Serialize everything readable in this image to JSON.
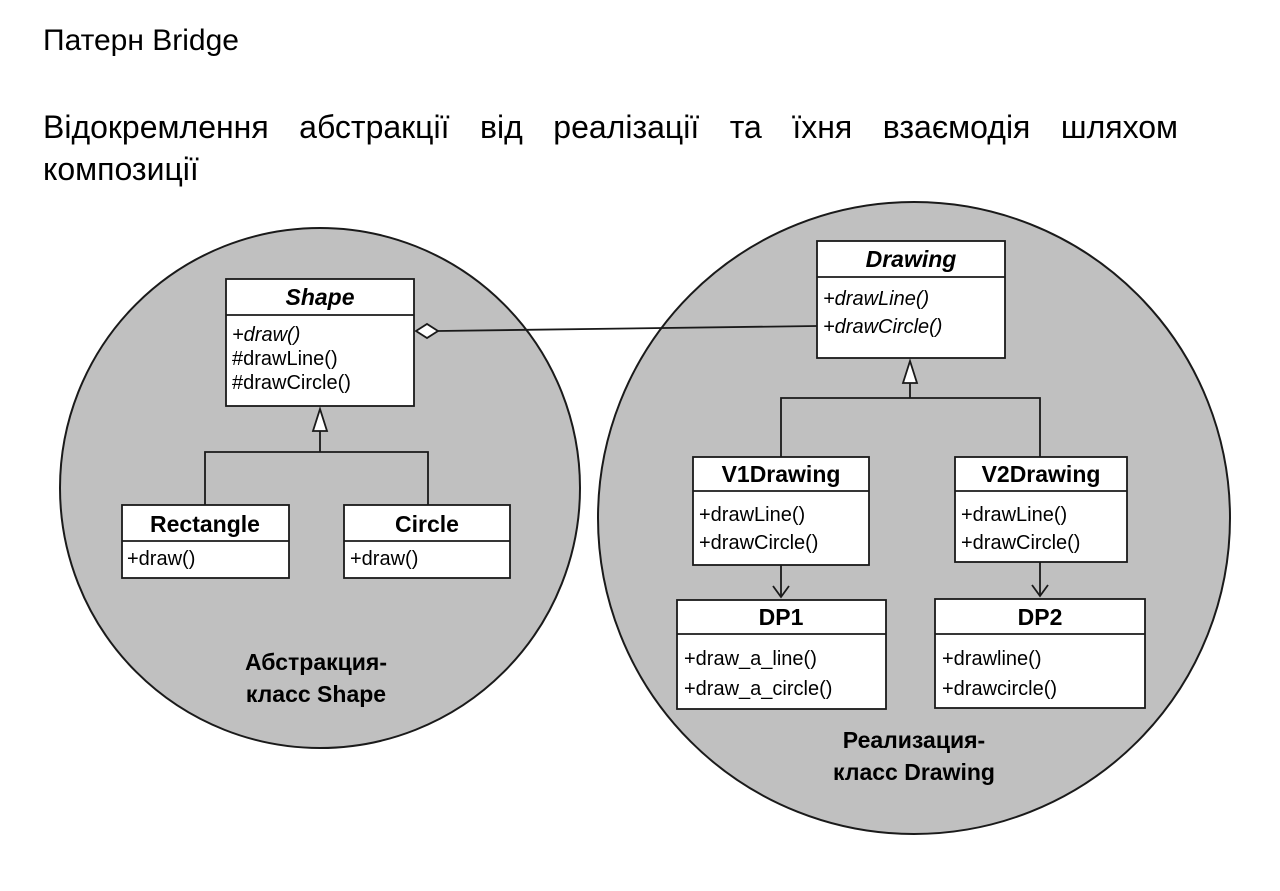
{
  "title": "Патерн Bridge",
  "subtitle": "Відокремлення абстракції від реалізації та їхня взаємодія шляхом композиції",
  "colors": {
    "region_fill": "#c0c0c0",
    "box_fill": "#ffffff",
    "stroke": "#1a1a1a"
  },
  "regions": {
    "abstraction": {
      "caption_line1": "Абстракция-",
      "caption_line2": "класс Shape"
    },
    "implementation": {
      "caption_line1": "Реализация-",
      "caption_line2": "класс Drawing"
    }
  },
  "classes": {
    "shape": {
      "name": "Shape",
      "abstract": true,
      "members": [
        "+draw()",
        "#drawLine()",
        "#drawCircle()"
      ]
    },
    "rectangle": {
      "name": "Rectangle",
      "members": [
        "+draw()"
      ]
    },
    "circle": {
      "name": "Circle",
      "members": [
        "+draw()"
      ]
    },
    "drawing": {
      "name": "Drawing",
      "abstract": true,
      "members": [
        "+drawLine()",
        "+drawCircle()"
      ]
    },
    "v1drawing": {
      "name": "V1Drawing",
      "members": [
        "+drawLine()",
        "+drawCircle()"
      ]
    },
    "v2drawing": {
      "name": "V2Drawing",
      "members": [
        "+drawLine()",
        "+drawCircle()"
      ]
    },
    "dp1": {
      "name": "DP1",
      "members": [
        "+draw_a_line()",
        "+draw_a_circle()"
      ]
    },
    "dp2": {
      "name": "DP2",
      "members": [
        "+drawline()",
        "+drawcircle()"
      ]
    }
  },
  "relations": [
    {
      "type": "aggregation",
      "from": "shape",
      "to": "drawing"
    },
    {
      "type": "generalization",
      "from": "rectangle",
      "to": "shape"
    },
    {
      "type": "generalization",
      "from": "circle",
      "to": "shape"
    },
    {
      "type": "generalization",
      "from": "v1drawing",
      "to": "drawing"
    },
    {
      "type": "generalization",
      "from": "v2drawing",
      "to": "drawing"
    },
    {
      "type": "dependency",
      "from": "v1drawing",
      "to": "dp1"
    },
    {
      "type": "dependency",
      "from": "v2drawing",
      "to": "dp2"
    }
  ]
}
